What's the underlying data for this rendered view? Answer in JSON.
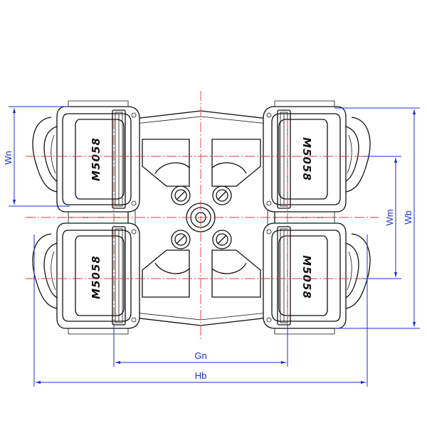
{
  "dimensions": {
    "wn": "Wn",
    "wm": "Wm",
    "wb": "Wb",
    "gn": "Gn",
    "hb": "Hb"
  },
  "modules": {
    "model_label": "M5058"
  },
  "colors": {
    "dimension": "#1a2fd6",
    "centerline": "#e03a3a",
    "outline": "#111111"
  }
}
